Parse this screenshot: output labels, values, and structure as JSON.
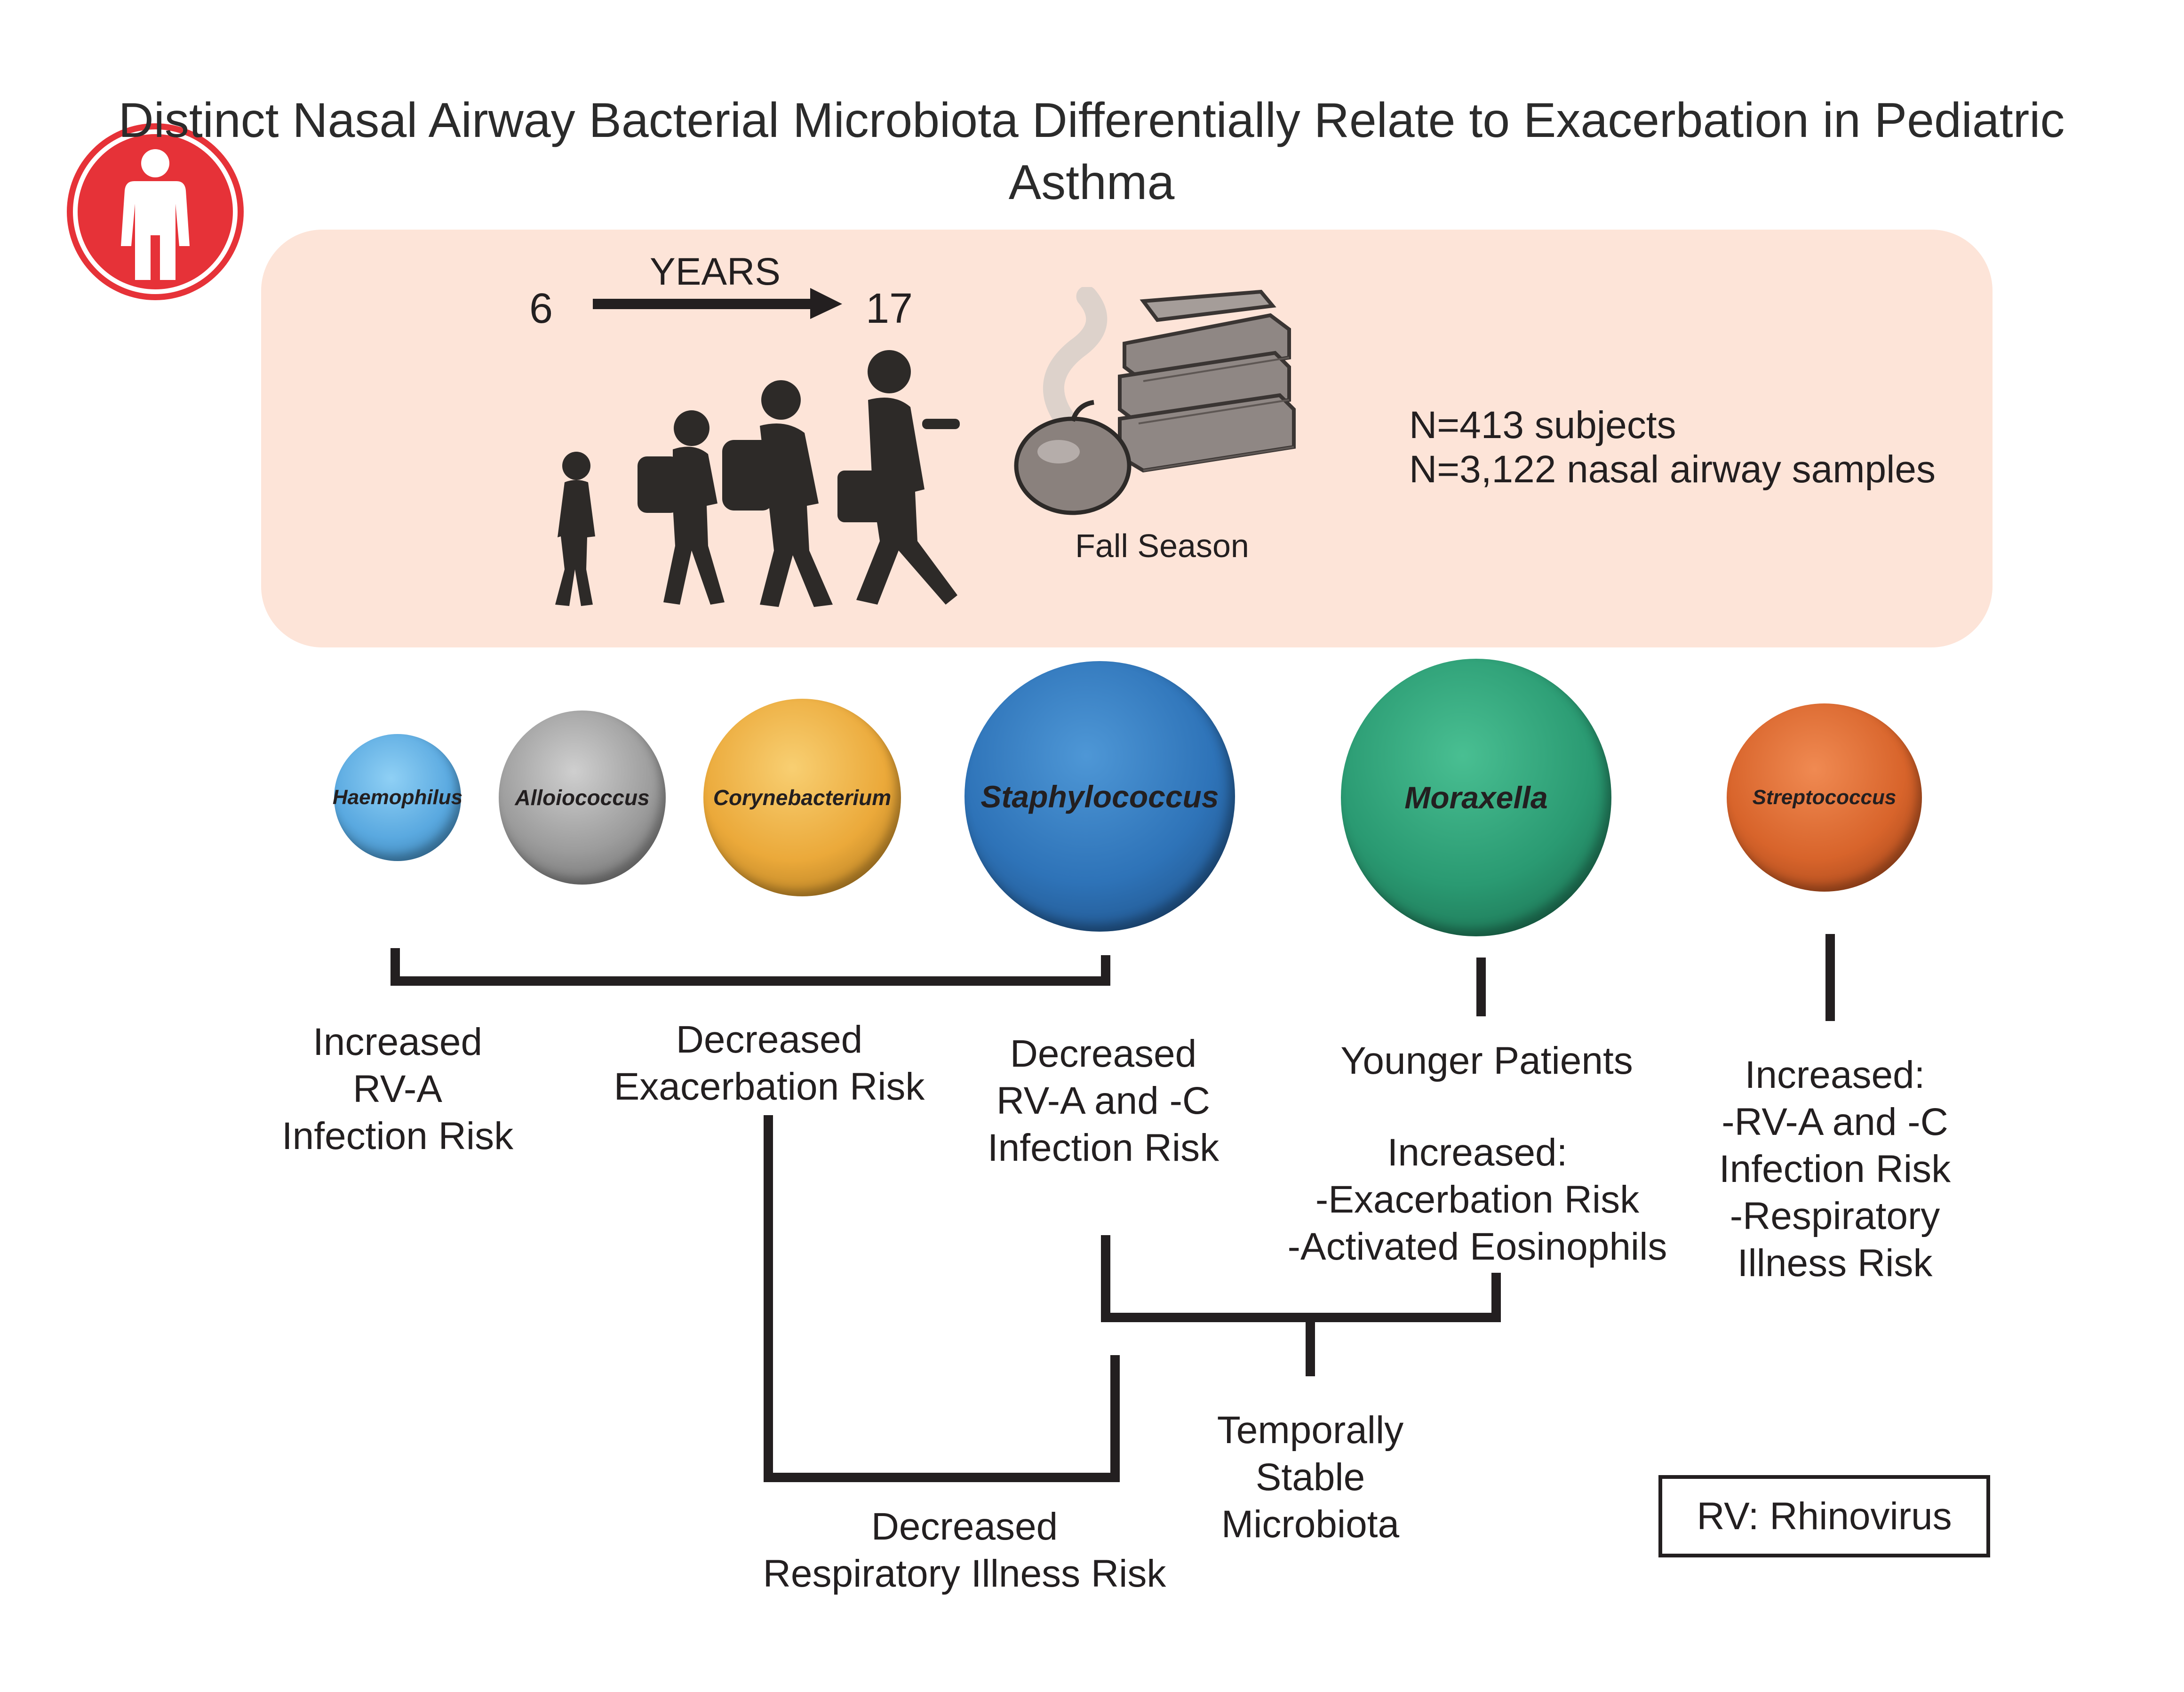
{
  "title": "Distinct Nasal Airway Bacterial Microbiota Differentially Relate to Exacerbation in Pediatric Asthma",
  "icons": {
    "header": "person-icon",
    "season": "books-apple-icon",
    "growth": "children-silhouettes-icon"
  },
  "colors": {
    "icon_red": "#e63238",
    "panel": "#fde4d8",
    "haemophilus": "#5aa9e0",
    "alloiococcus": "#9c9c9c",
    "corynebacterium": "#eba93a",
    "staphylococcus": "#2e73b8",
    "moraxella": "#2a9a72",
    "streptococcus": "#d8642b",
    "lines": "#231f20"
  },
  "timeline": {
    "label": "YEARS",
    "start": "6",
    "end": "17"
  },
  "season": "Fall Season",
  "stats": {
    "subjects": "N=413 subjects",
    "samples": "N=3,122 nasal airway samples"
  },
  "bacteria": {
    "haemophilus": "Haemophilus",
    "alloiococcus": "Alloiococcus",
    "corynebacterium": "Corynebacterium",
    "staphylococcus": "Staphylococcus",
    "moraxella": "Moraxella",
    "streptococcus": "Streptococcus"
  },
  "outcomes": {
    "haemophilus_rva": "Increased\nRV-A\nInfection Risk",
    "group_exacerbation": "Decreased\nExacerbation Risk",
    "staph_rv": "Decreased\nRV-A and -C\nInfection Risk",
    "moraxella_age": "Younger Patients",
    "moraxella_increased": "Increased:\n-Exacerbation Risk\n-Activated Eosinophils",
    "strep_increased": "Increased:\n-RV-A and -C\nInfection Risk\n-Respiratory\nIllness Risk",
    "temporal": "Temporally\nStable\nMicrobiota",
    "respiratory": "Decreased\nRespiratory Illness Risk"
  },
  "legend": "RV: Rhinovirus"
}
